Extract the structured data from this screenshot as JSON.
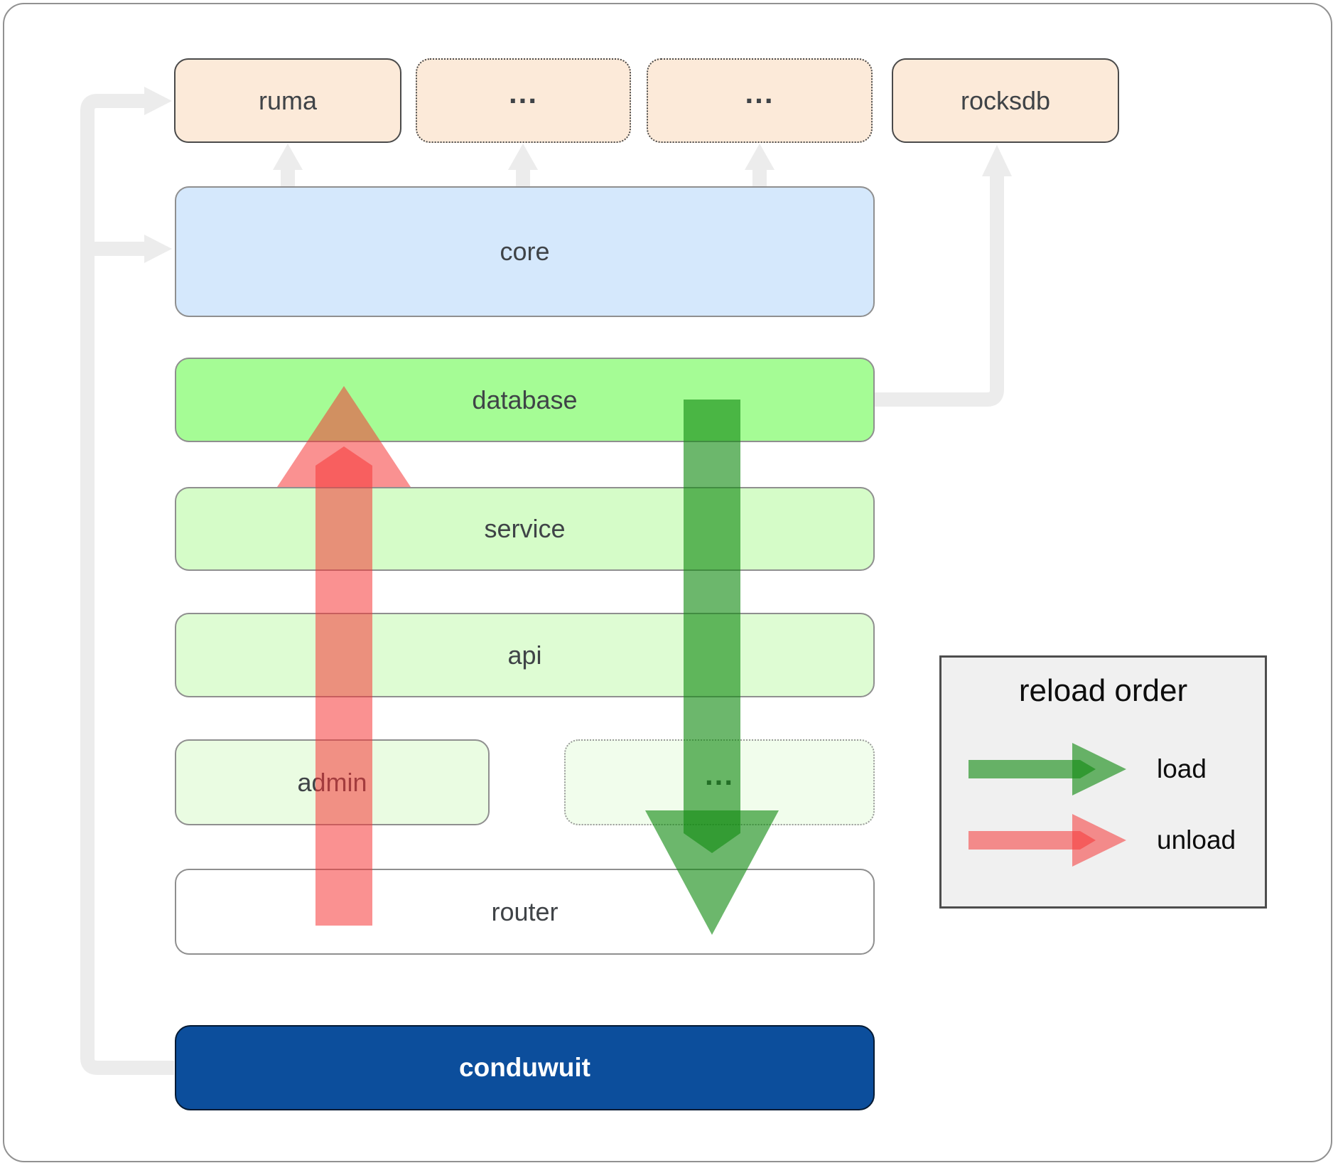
{
  "nodes": {
    "ruma": {
      "label": "ruma"
    },
    "ellipsis_top_a": {
      "label": "..."
    },
    "ellipsis_top_b": {
      "label": "..."
    },
    "rocksdb": {
      "label": "rocksdb"
    },
    "core": {
      "label": "core"
    },
    "database": {
      "label": "database"
    },
    "service": {
      "label": "service"
    },
    "api": {
      "label": "api"
    },
    "admin": {
      "label": "admin"
    },
    "ellipsis_mid": {
      "label": "..."
    },
    "router": {
      "label": "router"
    },
    "conduwuit": {
      "label": "conduwuit"
    }
  },
  "legend": {
    "title": "reload order",
    "load_label": "load",
    "unload_label": "unload"
  },
  "colors": {
    "load_green": "#118b11",
    "unload_red": "#f53737",
    "peach": "#fcead9",
    "core_blue": "#d5e8fc",
    "database_green": "#a5fc95",
    "service_green": "#d5fcc8",
    "api_green": "#defcd3",
    "admin_green": "#eafce2",
    "ellipsis_mid_green": "#f1fdec",
    "router_white": "#ffffff",
    "conduwuit_blue": "#0c4e9c",
    "connector_gray": "#ececec"
  }
}
